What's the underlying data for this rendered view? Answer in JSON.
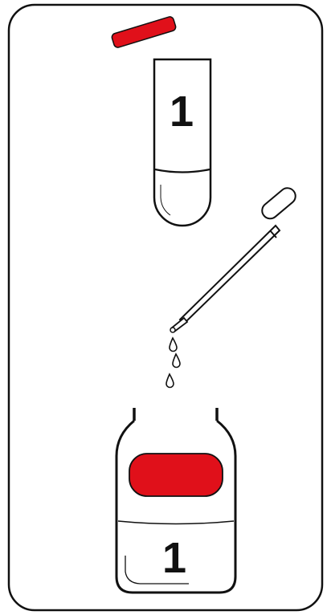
{
  "tube": {
    "label": "1",
    "cap_color": "#e0101a"
  },
  "bottle": {
    "label": "1",
    "band_color": "#e0101a"
  },
  "drops": {
    "count": 3
  },
  "colors": {
    "outline": "#111111",
    "accent": "#e0101a",
    "background": "#ffffff"
  }
}
